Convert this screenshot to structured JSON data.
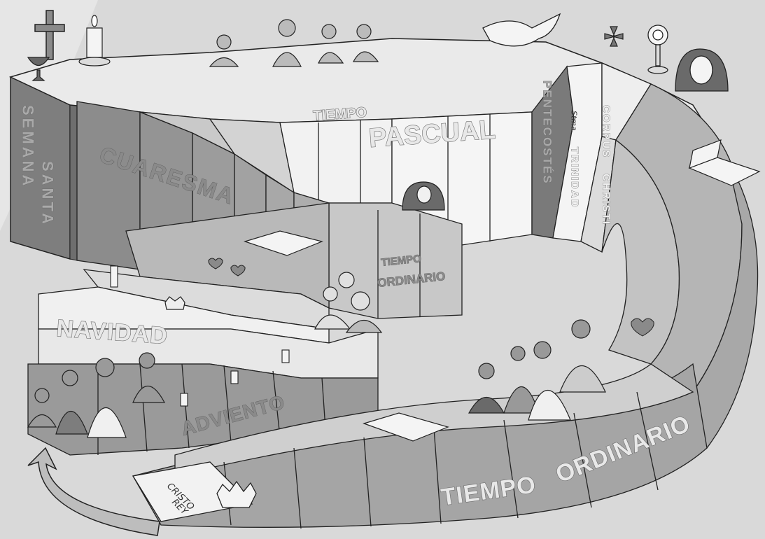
{
  "liturgical_year": {
    "semana_santa": {
      "word1": "SEMANA",
      "word2": "SANTA"
    },
    "cuaresma": "CUARESMA",
    "tiempo_pascual": {
      "line1": "TIEMPO",
      "line2": "PASCUAL"
    },
    "pentecostes": "PENTECOSTÉS",
    "trinidad": {
      "prefix": "Stma.",
      "word": "TRINIDAD"
    },
    "corpus_christi": {
      "word1": "CORPUS",
      "word2": "CHRISTI"
    },
    "tiempo_ordinario_upper": {
      "line1": "TIEMPO",
      "line2": "ORDINARIO"
    },
    "navidad": "NAVIDAD",
    "adviento": "ADVIENTO",
    "cristo_rey": {
      "line1": "CRISTO",
      "line2": "REY"
    },
    "tiempo_ordinario_lower": {
      "word1": "TIEMPO",
      "word2": "ORDINARIO"
    }
  },
  "icons": [
    "cross-icon",
    "chalice-icon",
    "paschal-candle-icon",
    "dove-icon",
    "monstrance-icon",
    "book-icon",
    "crown-icon",
    "candle-icon",
    "heart-icon",
    "cycle-arrow-icon"
  ]
}
